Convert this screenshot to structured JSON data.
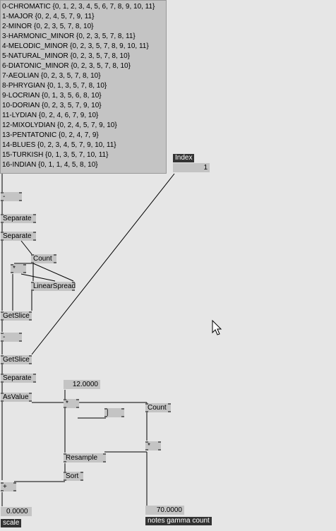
{
  "scales": [
    "0-CHROMATIC {0, 1, 2, 3, 4, 5, 6, 7, 8, 9, 10, 11}",
    "1-MAJOR {0, 2, 4, 5, 7, 9, 11}",
    "2-MINOR {0, 2, 3, 5, 7, 8, 10}",
    "3-HARMONIC_MINOR {0, 2, 3, 5, 7, 8, 11}",
    "4-MELODIC_MINOR {0, 2, 3, 5, 7, 8, 9, 10, 11}",
    "5-NATURAL_MINOR {0, 2, 3, 5, 7, 8, 10}",
    "6-DIATONIC_MINOR {0, 2, 3, 5, 7, 8, 10}",
    "7-AEOLIAN {0, 2, 3, 5, 7, 8, 10}",
    "8-PHRYGIAN {0, 1, 3, 5, 7, 8, 10}",
    "9-LOCRIAN {0, 1, 3, 5, 6, 8, 10}",
    "10-DORIAN {0, 2, 3, 5, 7, 9, 10}",
    "11-LYDIAN {0, 2, 4, 6, 7, 9, 10}",
    "12-MIXOLYDIAN {0, 2, 4, 5, 7, 9, 10}",
    "13-PENTATONIC {0, 2, 4, 7, 9}",
    "14-BLUES {0, 2, 3, 4, 5, 7, 9, 10, 11}",
    "15-TURKISH {0, 1, 3, 5, 7, 10, 11}",
    "16-INDIAN {0, 1, 1, 4, 5, 8, 10}"
  ],
  "index": {
    "label": "Index",
    "value": "1"
  },
  "nodes": {
    "minus1": "-",
    "separate1": "Separate",
    "separate2": "Separate",
    "count1": "Count",
    "multiply1": "*",
    "linearspread": "LinearSpread",
    "getslice1": "GetSlice",
    "minus2": "-",
    "getslice2": "GetSlice",
    "separate3": "Separate",
    "asvalue": "AsValue",
    "multiply2": "*",
    "bar": "|",
    "count2": "Count",
    "multiply3": "*",
    "resample": "Resample",
    "sort": "Sort",
    "plus": "+"
  },
  "iobox_12": "12.0000",
  "iobox_scale": {
    "value": "0.0000",
    "label": "scale"
  },
  "iobox_notes": {
    "value": "70.0000",
    "label": "notes gamma count"
  }
}
